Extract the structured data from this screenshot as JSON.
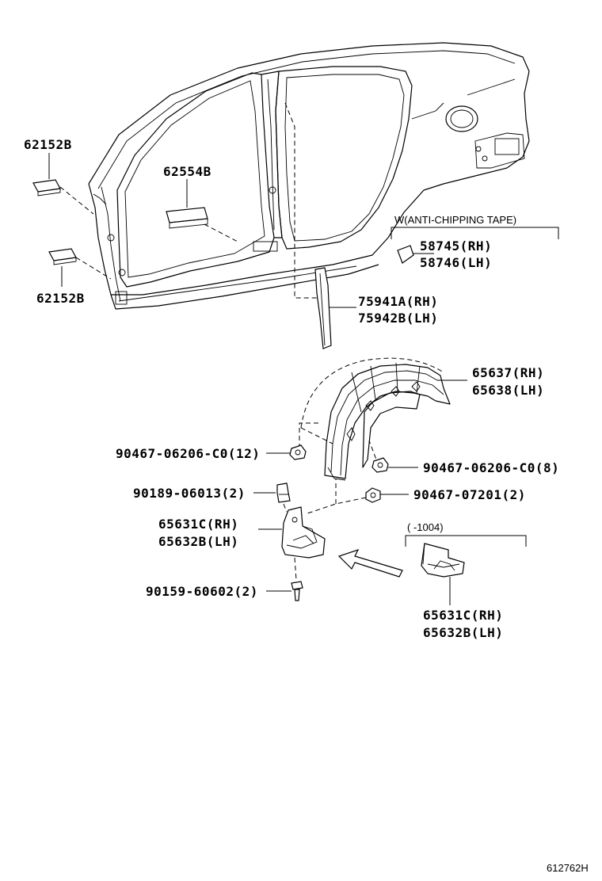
{
  "labels": {
    "pad_upper": "62152B",
    "pad_lower": "62152B",
    "pad_door": "62554B",
    "tape_header": "W(ANTI-CHIPPING TAPE)",
    "tape_rh": "58745(RH)",
    "tape_lh": "58746(LH)",
    "pillar_rh": "75941A(RH)",
    "pillar_lh": "75942B(LH)",
    "liner_rh": "65637(RH)",
    "liner_lh": "65638(LH)",
    "nut_12": "90467-06206-C0(12)",
    "nut_8": "90467-06206-C0(8)",
    "clip_90189": "90189-06013(2)",
    "clip_90467_07201": "90467-07201(2)",
    "bracket_rh": "65631C(RH)",
    "bracket_lh": "65632B(LH)",
    "screw_90159": "90159-60602(2)",
    "date_range": "(      -1004)",
    "bracket_alt_rh": "65631C(RH)",
    "bracket_alt_lh": "65632B(LH)",
    "illustration_no": "612762H"
  }
}
